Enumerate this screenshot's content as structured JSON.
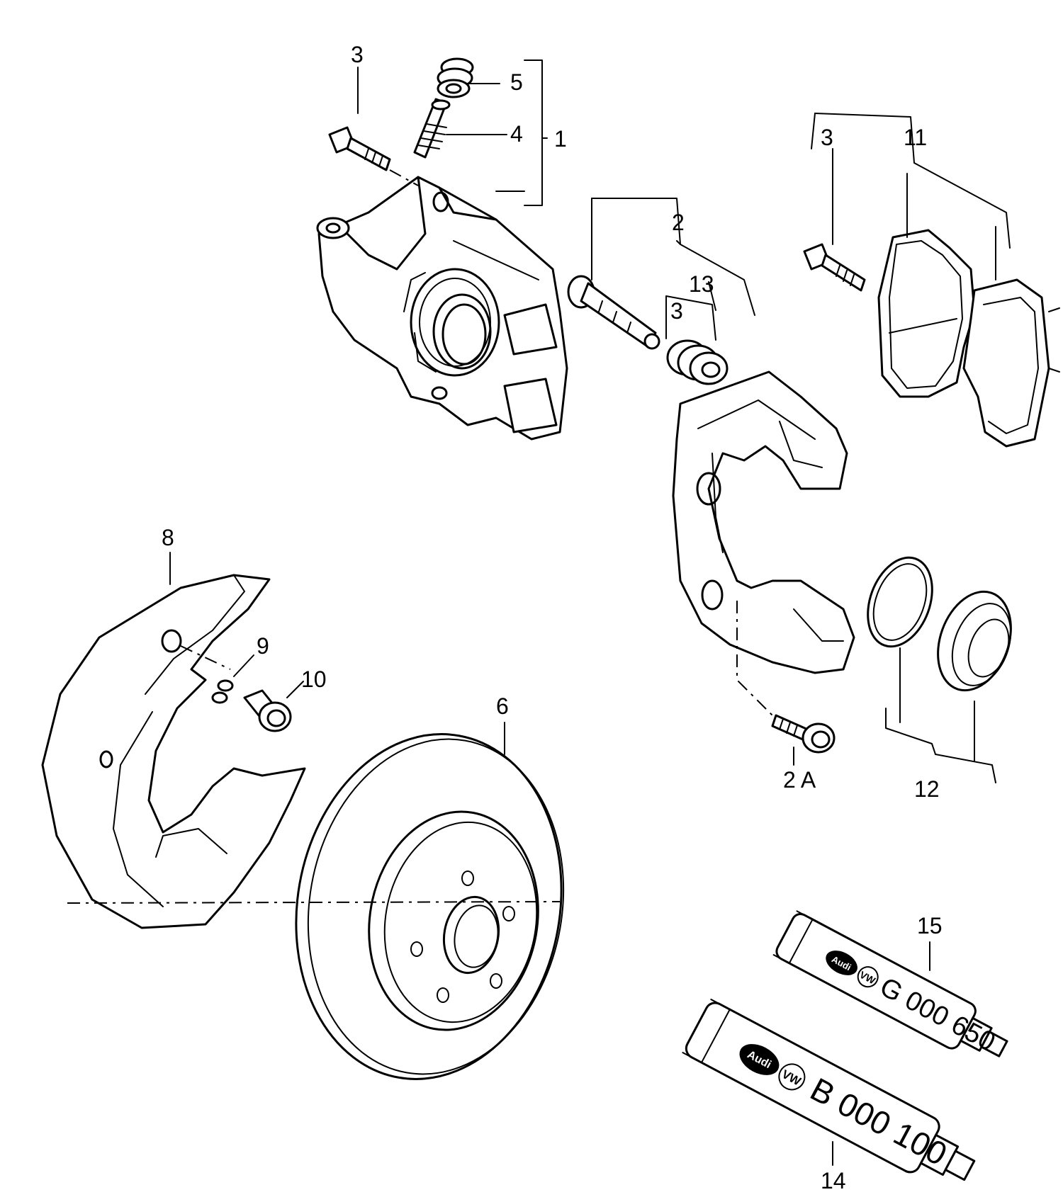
{
  "callouts": {
    "c1": "1",
    "c2": "2",
    "c2A": "2 A",
    "c3a": "3",
    "c3b": "3",
    "c3c": "3",
    "c4": "4",
    "c5": "5",
    "c6": "6",
    "c8": "8",
    "c9": "9",
    "c10": "10",
    "c11": "11",
    "c12": "12",
    "c13": "13",
    "c14": "14",
    "c15": "15"
  },
  "tubes": {
    "tube14": {
      "brand": "Audi",
      "code": "B 000 100"
    },
    "tube15": {
      "brand": "Audi",
      "code": "G 000 650"
    }
  }
}
